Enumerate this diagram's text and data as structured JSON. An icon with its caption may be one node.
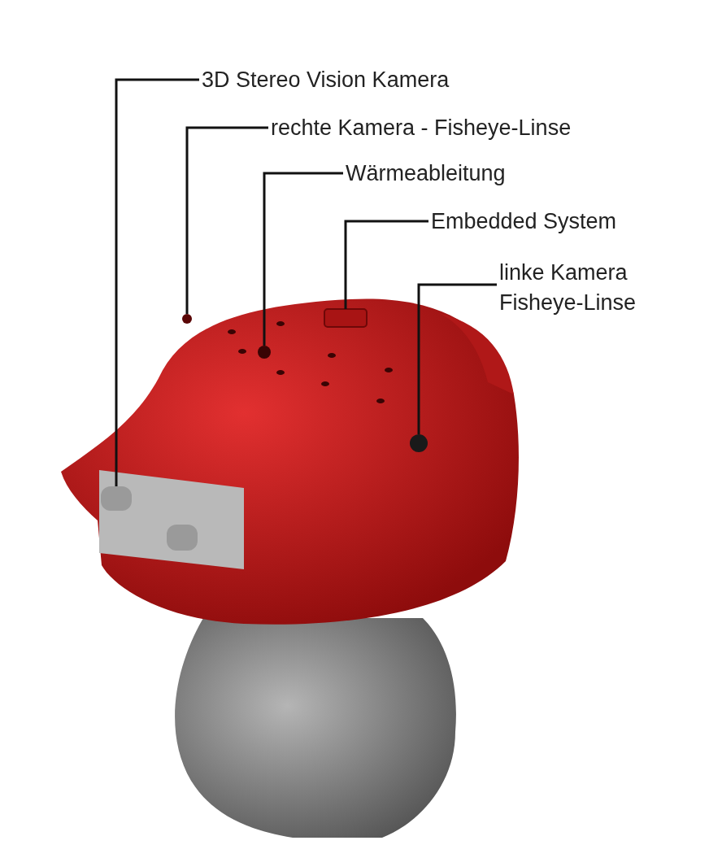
{
  "diagram": {
    "nodes": [
      {
        "text": [
          "3D Stereo Vision Kamera"
        ]
      },
      {
        "text": [
          "rechte Kamera - Fisheye-Linse"
        ]
      },
      {
        "text": [
          "Wärmeableitung"
        ]
      },
      {
        "text": [
          "Embedded System"
        ]
      },
      {
        "text": [
          "linke Kamera Fisheye-Linse"
        ]
      },
      {
        "text": [],
        "shape": "cylinder"
      },
      {
        "text": [],
        "shape": "circle"
      },
      {
        "text": [],
        "shape": "circle"
      },
      {
        "text": [],
        "shape": "box"
      },
      {
        "text": [],
        "shape": "circle"
      }
    ],
    "edges": [
      {
        "from": 0,
        "to": 5,
        "arrow": "none"
      },
      {
        "from": 1,
        "to": 6,
        "arrow": "none"
      },
      {
        "from": 2,
        "to": 7,
        "arrow": "none"
      },
      {
        "from": 3,
        "to": 8,
        "arrow": "none"
      },
      {
        "from": 4,
        "to": 9,
        "arrow": "none"
      }
    ]
  }
}
